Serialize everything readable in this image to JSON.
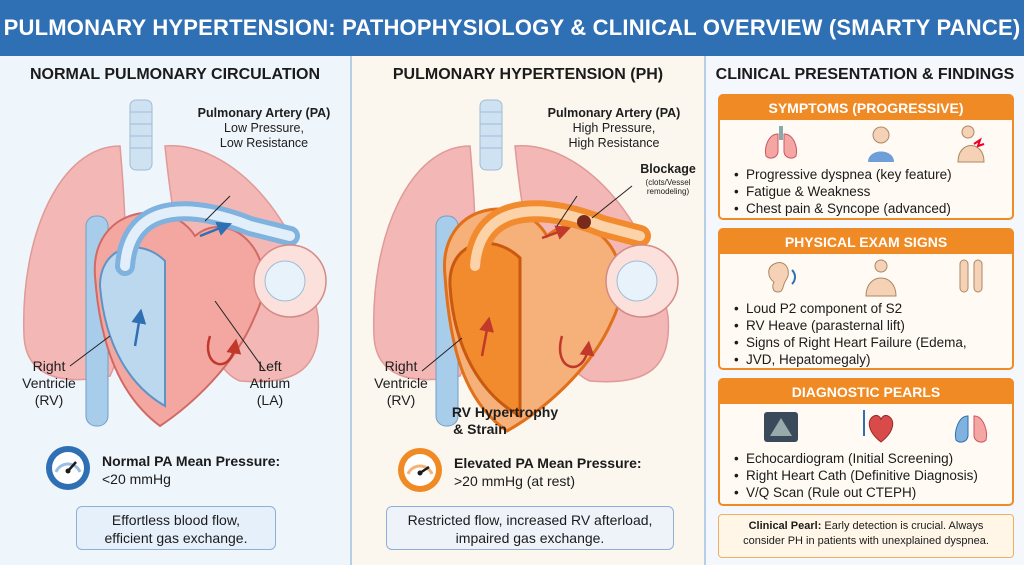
{
  "title": "PULMONARY HYPERTENSION: PATHOPHYSIOLOGY & CLINICAL OVERVIEW (SMARTY PANCE)",
  "normal": {
    "heading": "NORMAL PULMONARY CIRCULATION",
    "pa_label": "Pulmonary Artery (PA)",
    "pa_desc1": "Low Pressure,",
    "pa_desc2": "Low Resistance",
    "rv_label1": "Right",
    "rv_label2": "Ventricle",
    "rv_label3": "(RV)",
    "la_label1": "Left",
    "la_label2": "Atrium",
    "la_label3": "(LA)",
    "pressure_title": "Normal PA Mean Pressure:",
    "pressure_value": "<20 mmHg",
    "summary1": "Effortless blood flow,",
    "summary2": "efficient gas exchange."
  },
  "ph": {
    "heading": "PULMONARY HYPERTENSION (PH)",
    "pa_label": "Pulmonary Artery (PA)",
    "pa_desc1": "High Pressure,",
    "pa_desc2": "High Resistance",
    "blockage": "Blockage",
    "blockage_desc1": "(clots/Vessel",
    "blockage_desc2": "remodeling)",
    "rv_label1": "Right",
    "rv_label2": "Ventricle",
    "rv_label3": "(RV)",
    "rvh1": "RV Hypertrophy",
    "rvh2": "& Strain",
    "pressure_title": "Elevated PA Mean Pressure:",
    "pressure_value": ">20 mmHg (at rest)",
    "summary1": "Restricted flow, increased RV afterload,",
    "summary2": "impaired gas exchange."
  },
  "clinical": {
    "heading": "CLINICAL PRESENTATION & FINDINGS",
    "symptoms": {
      "title": "SYMPTOMS (PROGRESSIVE)",
      "items": [
        "Progressive dyspnea (key feature)",
        "Fatigue & Weakness",
        "Chest pain & Syncope (advanced)"
      ]
    },
    "exam": {
      "title": "PHYSICAL EXAM SIGNS",
      "items": [
        "Loud P2 component of S2",
        "RV Heave (parasternal lift)",
        "Signs of Right Heart Failure (Edema,",
        "JVD, Hepatomegaly)"
      ]
    },
    "diagnostic": {
      "title": "DIAGNOSTIC PEARLS",
      "items": [
        "Echocardiogram (Initial Screening)",
        "Right Heart Cath (Definitive Diagnosis)",
        "V/Q Scan (Rule out CTEPH)"
      ]
    },
    "pearl_label": "Clinical Pearl:",
    "pearl_text1": " Early detection is crucial. Always",
    "pearl_text2": "consider PH in patients with unexplained dyspnea."
  },
  "colors": {
    "blue": "#2f6fb4",
    "orange": "#f08a24",
    "lung": "#f3b8b5",
    "vein_blue": "#7fb2de"
  }
}
